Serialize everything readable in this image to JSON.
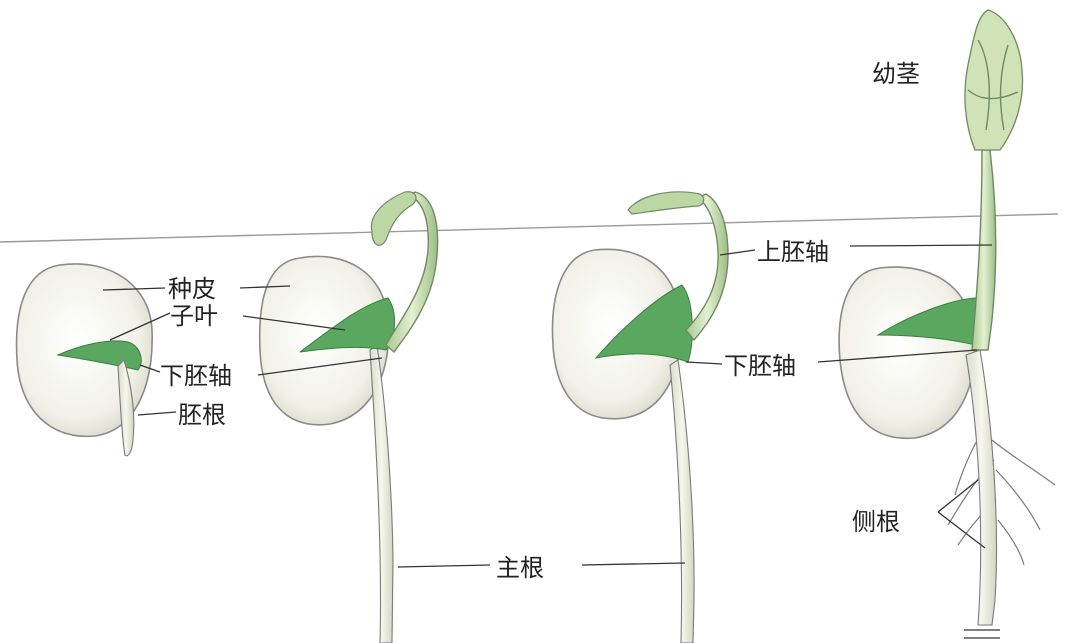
{
  "labels": {
    "seed_coat": "种皮",
    "cotyledon": "子叶",
    "hypocotyl_left": "下胚轴",
    "radicle": "胚根",
    "epicotyl": "上胚轴",
    "hypocotyl_right": "下胚轴",
    "young_stem": "幼茎",
    "lateral_root": "侧根",
    "main_root": "主根"
  },
  "colors": {
    "seed_fill": "#f3f3ec",
    "cotyledon_green": "#5aa85f",
    "stem_green": "#cfe3b6",
    "leaf_green": "#bcd7a3",
    "root_fill": "#eeeee2"
  }
}
